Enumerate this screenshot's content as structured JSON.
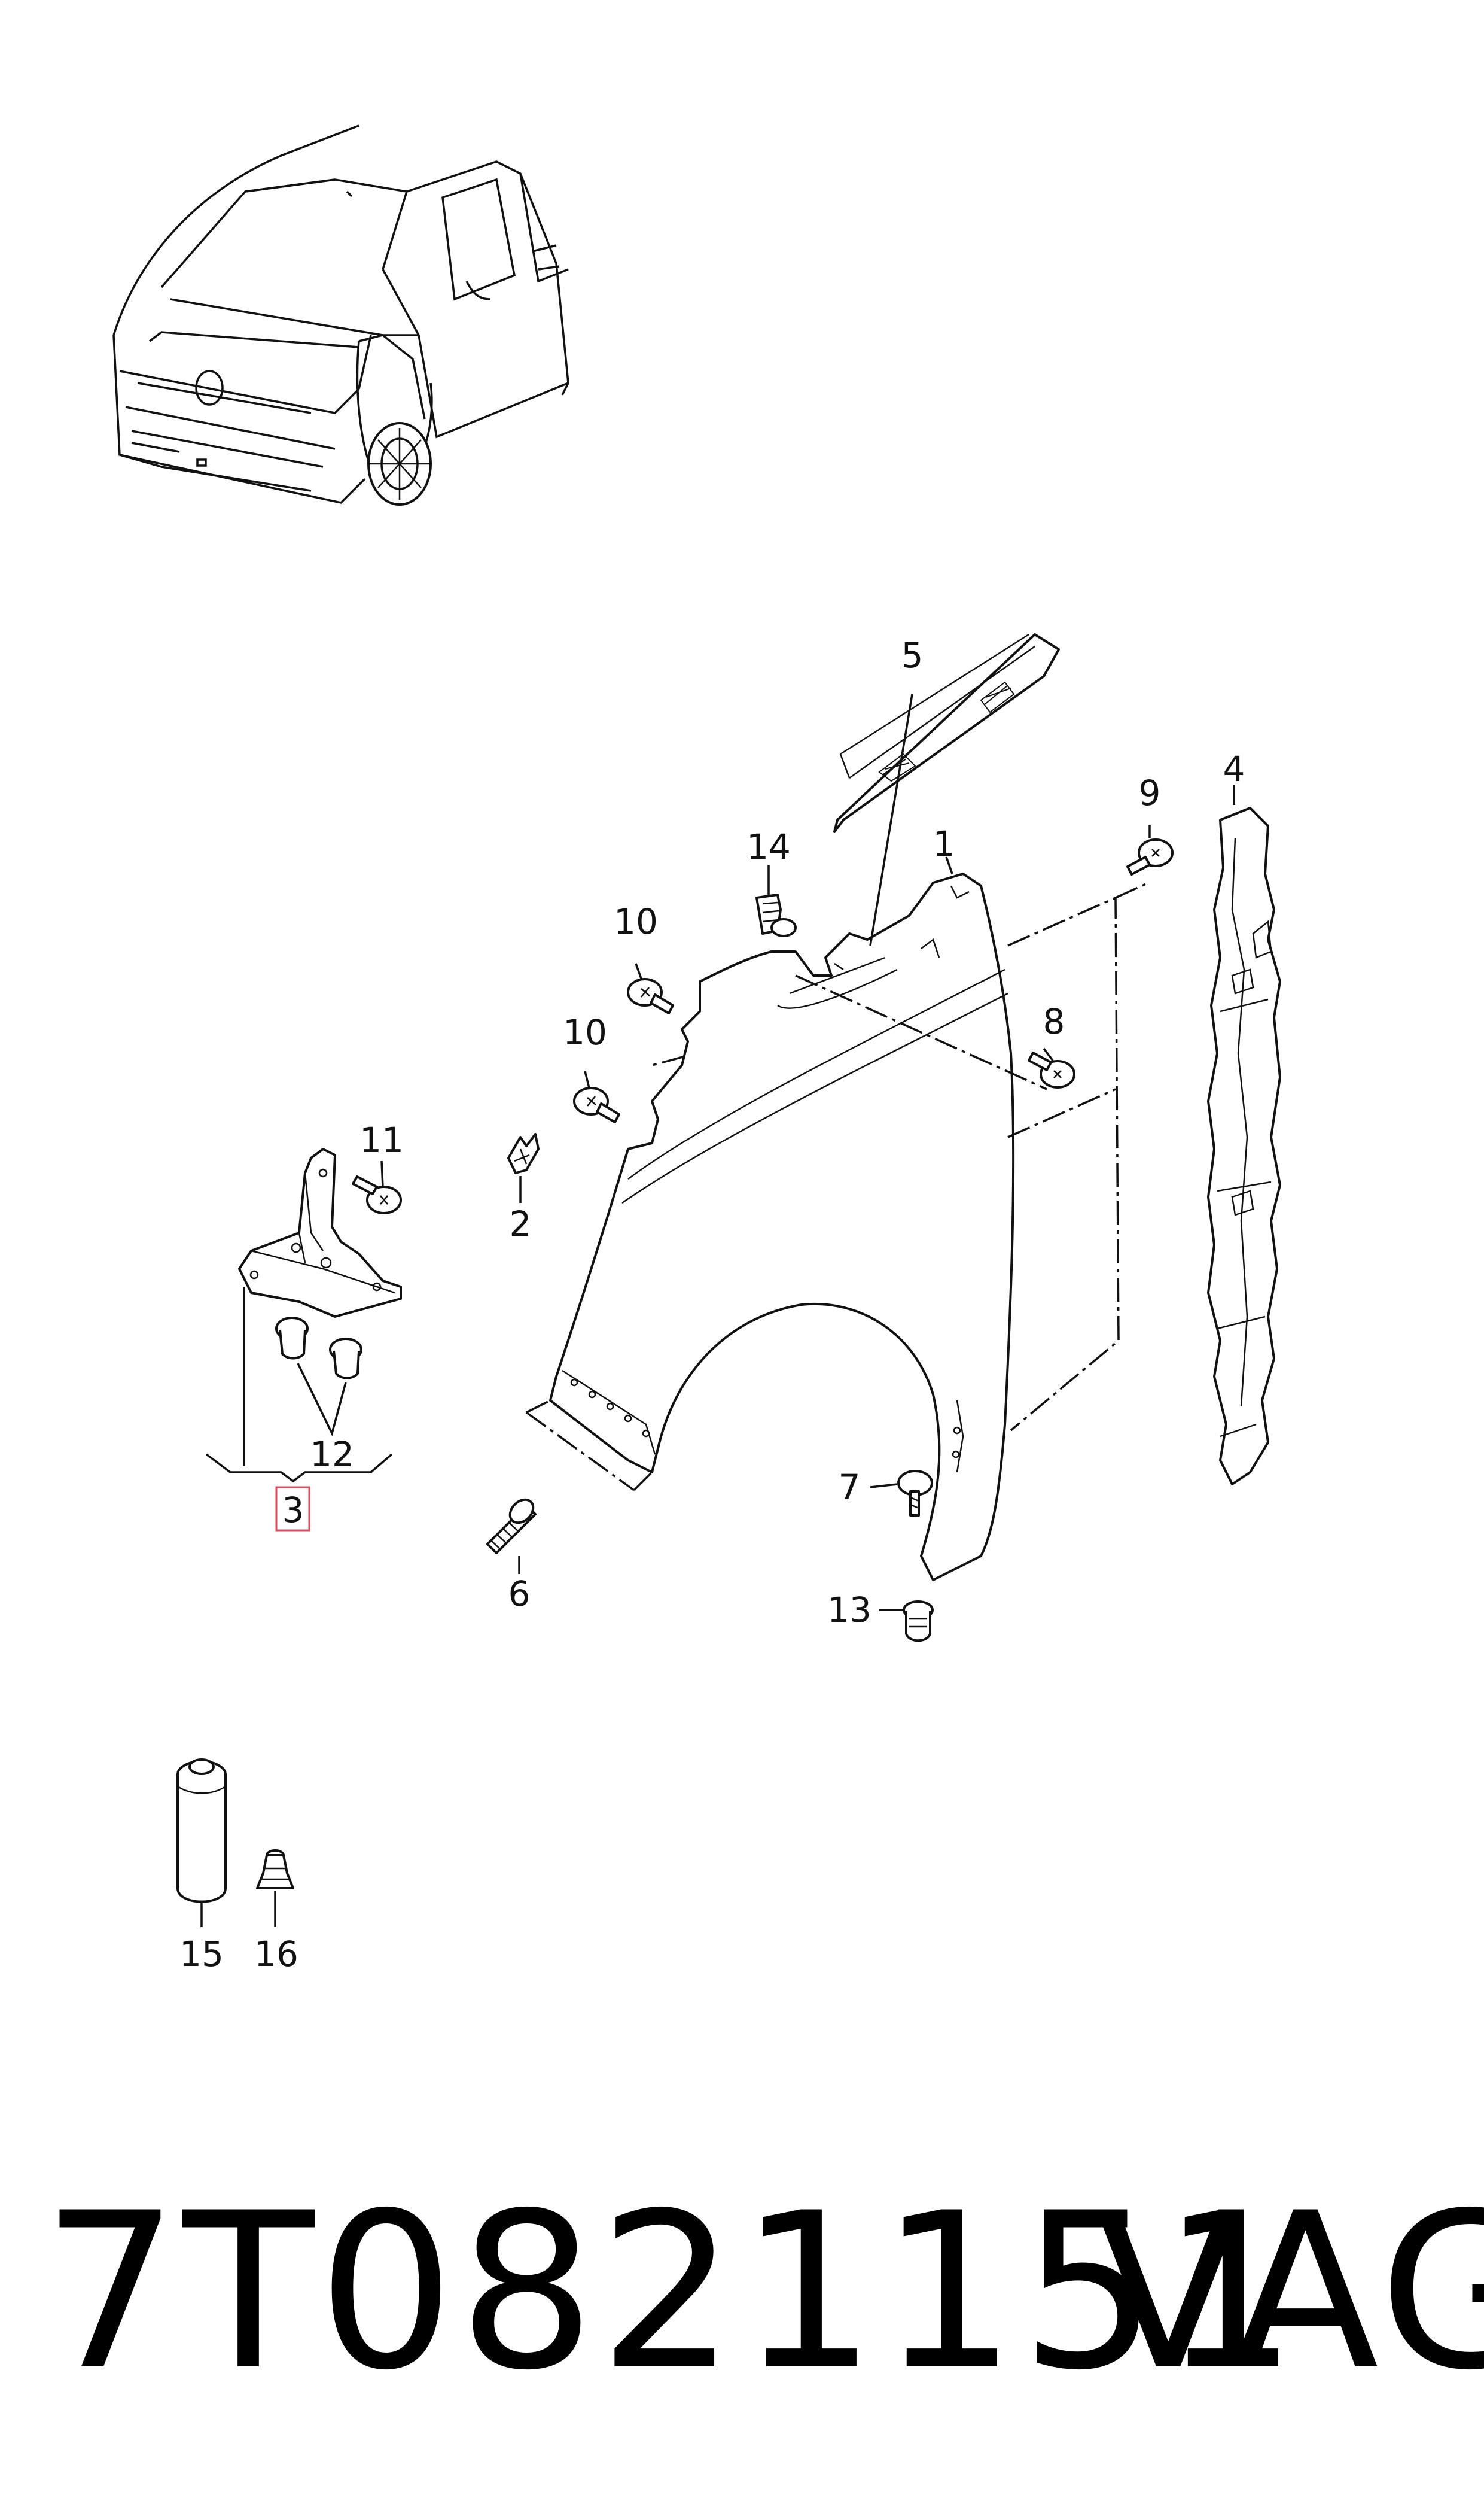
{
  "callouts": {
    "c1": "1",
    "c2": "2",
    "c3": "3",
    "c4": "4",
    "c5": "5",
    "c6": "6",
    "c7": "7",
    "c8": "8",
    "c9": "9",
    "c10a": "10",
    "c10b": "10",
    "c11": "11",
    "c12": "12",
    "c13": "13",
    "c14": "14",
    "c15": "15",
    "c16": "16"
  },
  "footer": {
    "part_number": "7T0821151",
    "brand": "VAG"
  },
  "colors": {
    "line": "#111111",
    "highlight_box": "#d94b5b",
    "background": "#ffffff"
  }
}
